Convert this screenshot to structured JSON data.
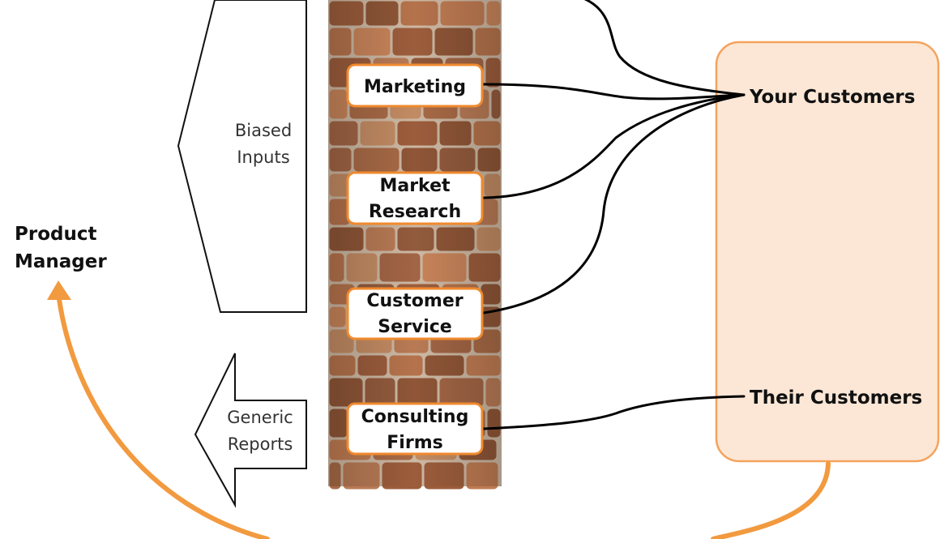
{
  "product_manager": {
    "line1": "Product",
    "line2": "Manager"
  },
  "arrows": {
    "biased": {
      "line1": "Biased",
      "line2": "Inputs"
    },
    "generic": {
      "line1": "Generic",
      "line2": "Reports"
    }
  },
  "wall_boxes": [
    {
      "line1": "Marketing",
      "line2": ""
    },
    {
      "line1": "Market",
      "line2": "Research"
    },
    {
      "line1": "Customer",
      "line2": "Service"
    },
    {
      "line1": "Consulting",
      "line2": "Firms"
    }
  ],
  "customers": {
    "yours": "Your Customers",
    "theirs": "Their Customers"
  },
  "colors": {
    "accent_orange": "#f29a3f",
    "customer_panel_fill": "#fce7d6",
    "customer_panel_stroke": "#f5a35c",
    "box_stroke": "#ef8a2e",
    "brick_mortar": "#cdb8a3",
    "connector_line": "#000000"
  }
}
